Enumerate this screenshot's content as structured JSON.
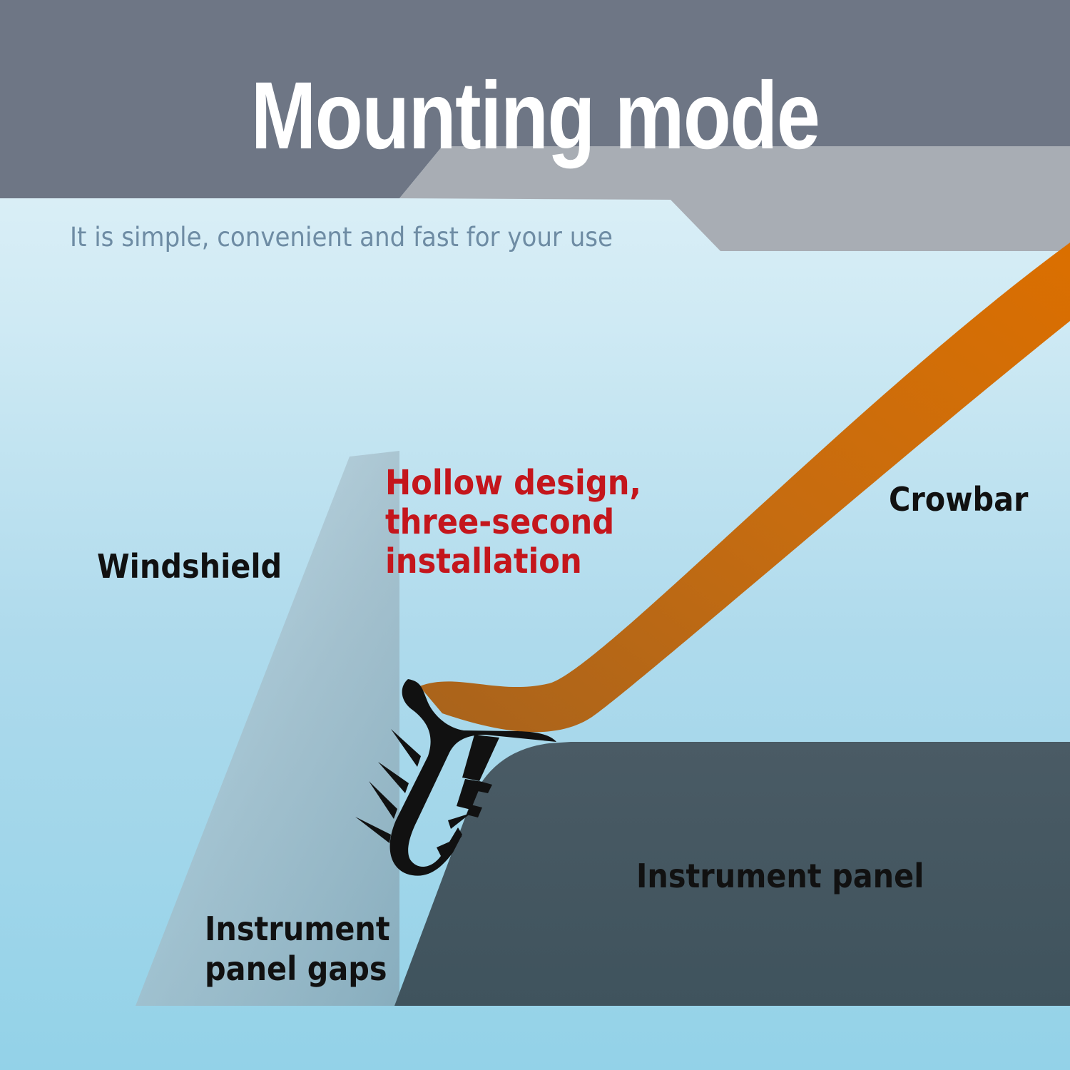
{
  "title": "Mounting mode",
  "subtitle": "It is simple, convenient and fast for your use",
  "labels": {
    "windshield": "Windshield",
    "crowbar": "Crowbar",
    "hollow_design": [
      "Hollow design,",
      "three-second",
      "installation"
    ],
    "instrument_panel": "Instrument panel",
    "instrument_panel_gaps": [
      "Instrument",
      "panel gaps"
    ]
  },
  "colors": {
    "header_dark": "#6e7685",
    "header_light": "#a8adb4",
    "crowbar": "#c86a0a",
    "panel": "#46565f",
    "seal_strip": "#111111",
    "highlight_text": "#c4161c",
    "subtitle_text": "#6e8ca4"
  }
}
